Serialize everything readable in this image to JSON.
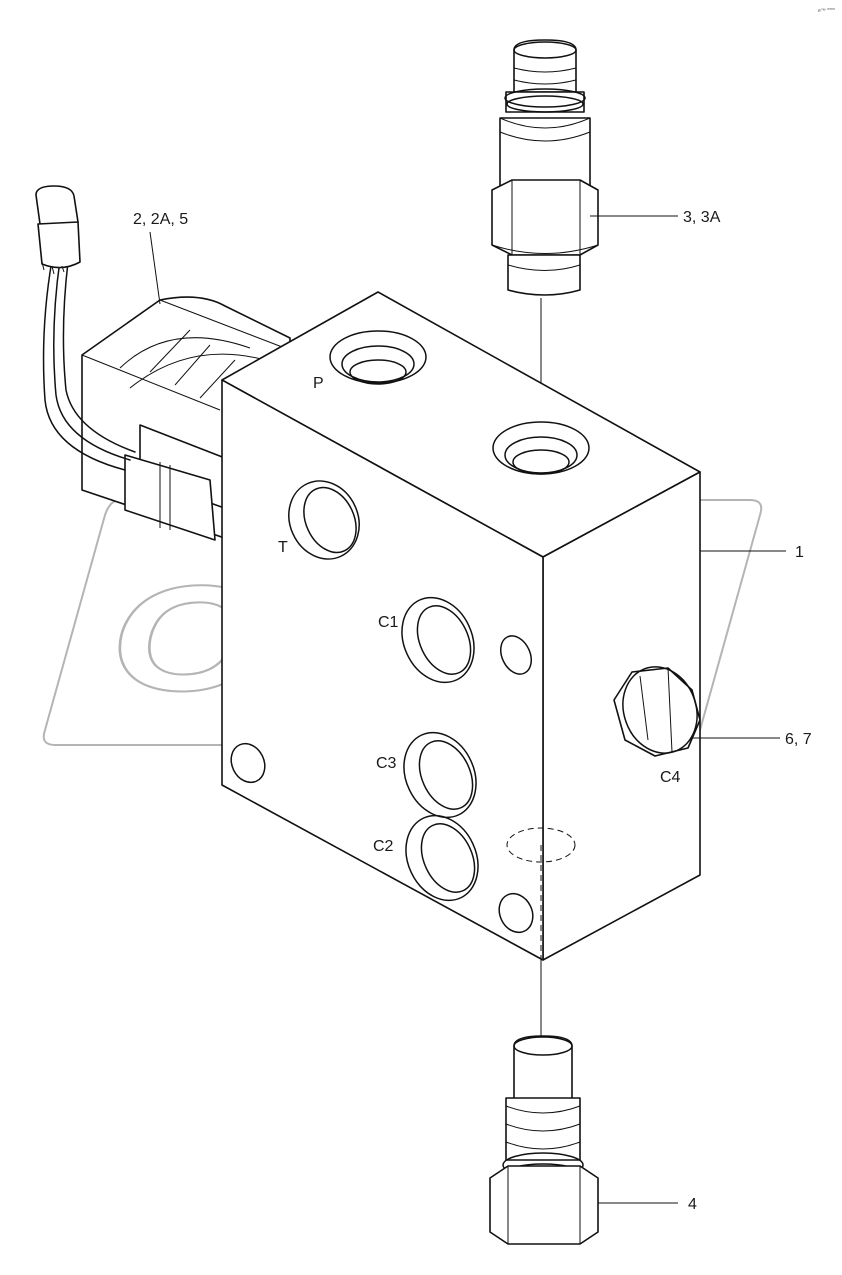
{
  "corner_mark": "e™ ****",
  "watermark": {
    "text": "OPEX",
    "color": "#b4b4b4"
  },
  "callouts": {
    "body": "1",
    "coil": "2, 2A, 5",
    "sensor": "3, 3A",
    "fitting": "4",
    "plug": "6, 7"
  },
  "ports": {
    "p": "P",
    "t": "T",
    "c1": "C1",
    "c2": "C2",
    "c3": "C3",
    "c4": "C4"
  },
  "colors": {
    "line": "#111111",
    "background": "#ffffff"
  }
}
